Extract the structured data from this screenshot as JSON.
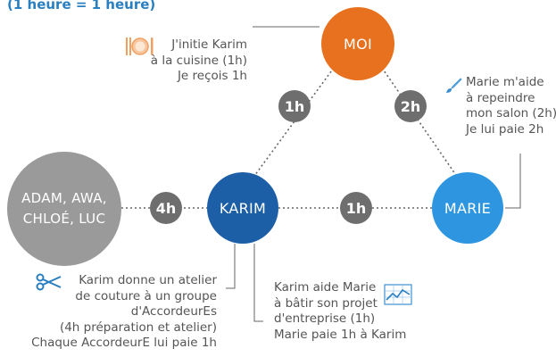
{
  "header": {
    "subtitle": "(1 heure = 1 heure)"
  },
  "nodes": {
    "moi": "MOI",
    "karim": "KARIM",
    "marie": "MARIE",
    "group": [
      "ADAM, AWA,",
      "CHLOÉ, LUC"
    ]
  },
  "edges": {
    "moi_karim": "1h",
    "moi_marie": "2h",
    "group_karim": "4h",
    "karim_marie": "1h"
  },
  "annotations": {
    "moi": [
      "J'initie Karim",
      "à la cuisine (1h)",
      "Je reçois 1h"
    ],
    "marie": [
      "Marie m'aide",
      "à repeindre",
      "mon salon (2h)",
      "Je lui paie 2h"
    ],
    "karim_group": [
      "Karim donne un atelier",
      "de couture à un groupe",
      "d'AccordeurEs",
      "(4h préparation et atelier)",
      "Chaque AccordeurE lui paie 1h"
    ],
    "karim_marie": [
      "Karim aide Marie",
      "à bâtir son projet",
      "d'entreprise (1h)",
      "Marie paie 1h à Karim"
    ]
  },
  "colors": {
    "moi": "#e8711f",
    "karim": "#1c5fa6",
    "marie": "#2e96e0",
    "group": "#9a9a9a",
    "badge": "#6e6e6e",
    "header": "#2a7fc0"
  },
  "icons": [
    "plate-cutlery-icon",
    "paintbrush-icon",
    "scissors-icon",
    "chart-icon"
  ]
}
